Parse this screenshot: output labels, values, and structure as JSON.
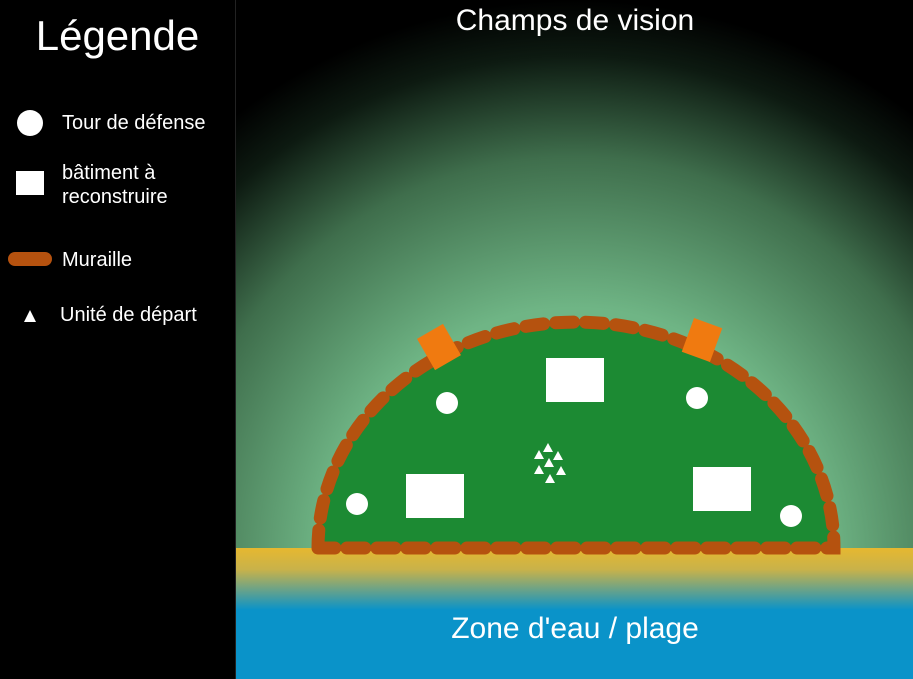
{
  "legend": {
    "title": "Légende",
    "items": [
      {
        "icon": "tower-circle-icon",
        "label": "Tour de défense"
      },
      {
        "icon": "building-square-icon",
        "label_line1": "bâtiment à",
        "label_line2": "reconstruire"
      },
      {
        "icon": "wall-segment-icon",
        "label": "Muraille"
      },
      {
        "icon": "unit-triangle-icon",
        "label": "Unité de départ"
      }
    ]
  },
  "map": {
    "vision_label": "Champs de vision",
    "water_label": "Zone d'eau / plage"
  },
  "colors": {
    "background": "#000000",
    "vision_glow": "#6fb585",
    "base_ground": "#1c8a33",
    "wall": "#b5520f",
    "gate": "#f07a10",
    "sand": "#e6b830",
    "water": "#0a93c9",
    "white": "#ffffff"
  }
}
